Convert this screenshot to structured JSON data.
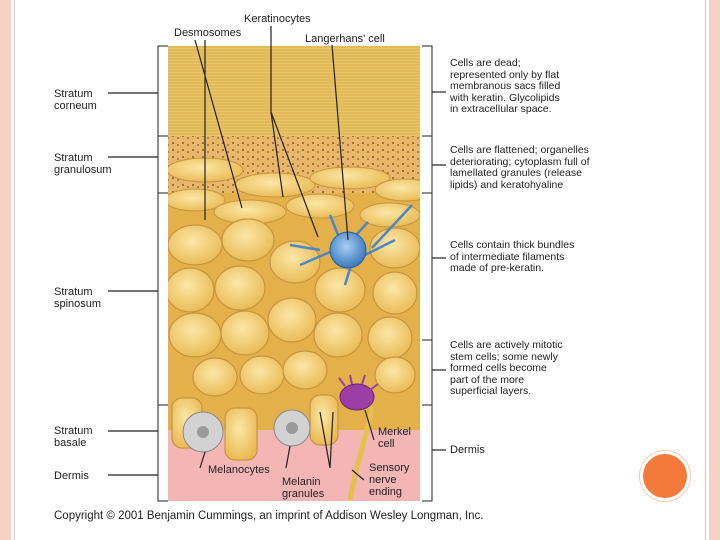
{
  "title_labels": {
    "keratinocytes": "Keratinocytes",
    "desmosomes": "Desmosomes",
    "langerhans": "Langerhans' cell"
  },
  "layers": {
    "corneum": "Stratum\ncorneum",
    "granulosum": "Stratum\ngranulosum",
    "spinosum": "Stratum\nspinosum",
    "basale": "Stratum\nbasale",
    "dermis": "Dermis"
  },
  "bottom_labels": {
    "melanocytes": "Melanocytes",
    "melanin": "Melanin\ngranules",
    "merkel": "Merkel\ncell",
    "sensory": "Sensory\nnerve\nending"
  },
  "descriptions": {
    "corneum": "Cells are dead;\nrepresented only by flat\nmembranous sacs filled\nwith keratin. Glycolipids\nin extracellular space.",
    "granulosum": "Cells are flattened; organelles\ndeteriorating; cytoplasm full of\nlamellated granules (release\nlipids) and keratohyaline",
    "spinosum": "Cells contain thick bundles\nof intermediate filaments\nmade of pre-keratin.",
    "basale": "Cells are actively mitotic\nstem cells; some newly\nformed cells become\npart of the more\nsuperficial layers.",
    "dermis": "Dermis"
  },
  "copyright": "Copyright © 2001 Benjamin Cummings, an imprint of Addison Wesley Longman, Inc.",
  "colors": {
    "frame": "#f6d2c4",
    "accent_dot": "#f47a3c",
    "corneum": "#e8c262",
    "cells": "#f2cf6a",
    "dermis": "#f2b3b3",
    "langerhans": "#5b9ad6",
    "merkel": "#9b3fa6",
    "melanocyte": "#c9c9c9"
  }
}
